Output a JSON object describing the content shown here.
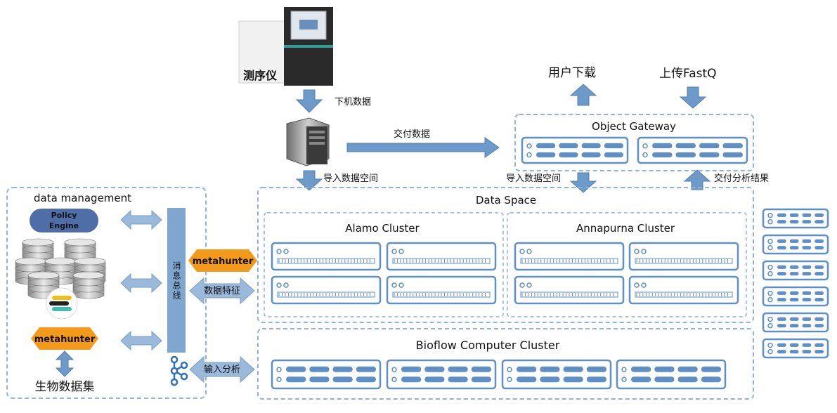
{
  "top": {
    "sequencer_label": "测序仪",
    "download_data": "下机数据",
    "deliver_data": "交付数据",
    "import_space_left": "导入数据空间",
    "import_space_right": "导入数据空间",
    "deliver_results": "交付分析结果",
    "user_download": "用户下载",
    "upload_fastq": "上传FastQ"
  },
  "gateway": {
    "title": "Object Gateway"
  },
  "data_space": {
    "title": "Data Space",
    "clusters": [
      {
        "title": "Alamo Cluster"
      },
      {
        "title": "Annapurna Cluster"
      }
    ]
  },
  "bioflow": {
    "title": "Bioflow Computer Cluster"
  },
  "data_management": {
    "title": "data management",
    "policy_engine_line1": "Policy",
    "policy_engine_line2": "Engine",
    "metahunter_inner": "metahunter",
    "bus_label": "消息总线",
    "biodata": "生物数据集"
  },
  "links": {
    "metahunter_outer": "metahunter",
    "data_features": "数据特征",
    "input_analysis": "输入分析"
  },
  "colors": {
    "frame": "#8fb3d9",
    "arrow": "#6d9ac9",
    "policy": "#4f6ea8",
    "meta": "#f39a1a",
    "bus": "#7fa6cf",
    "server": "#5f8fc4"
  },
  "icons": [
    "sequencer-icon",
    "server-tower-icon",
    "database-stack-icon",
    "elastic-logo-icon",
    "kafka-icon",
    "rack-server-icon"
  ]
}
